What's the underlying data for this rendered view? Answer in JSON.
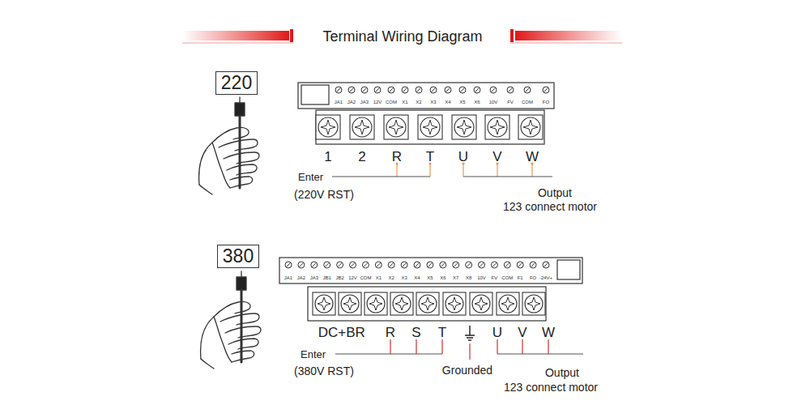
{
  "diagram": {
    "title": "Terminal Wiring Diagram",
    "nodes": [
      {
        "text": [
          "220"
        ]
      },
      {
        "text": [
          "380"
        ]
      }
    ],
    "labels": [
      "JA1",
      "JA2",
      "JA3",
      "12V",
      "COM",
      "X1",
      "X2",
      "X3",
      "X4",
      "X5",
      "X6",
      "10V",
      "FV",
      "COM",
      "FO",
      "1",
      "2",
      "R",
      "T",
      "U",
      "V",
      "W",
      "Enter",
      "(220V RST)",
      "Output",
      "123 connect motor",
      "JA1",
      "JA2",
      "JA3",
      "JB1",
      "JB2",
      "12V",
      "COM",
      "X1",
      "X2",
      "X3",
      "X4",
      "X5",
      "X6",
      "X7",
      "X8",
      "10V",
      "FV",
      "COM",
      "F1",
      "FO",
      "-24V+",
      "DC+",
      "BR",
      "R",
      "S",
      "T",
      "U",
      "V",
      "W",
      "Enter",
      "(380V RST)",
      "Grounded",
      "Output",
      "123 connect motor"
    ]
  }
}
